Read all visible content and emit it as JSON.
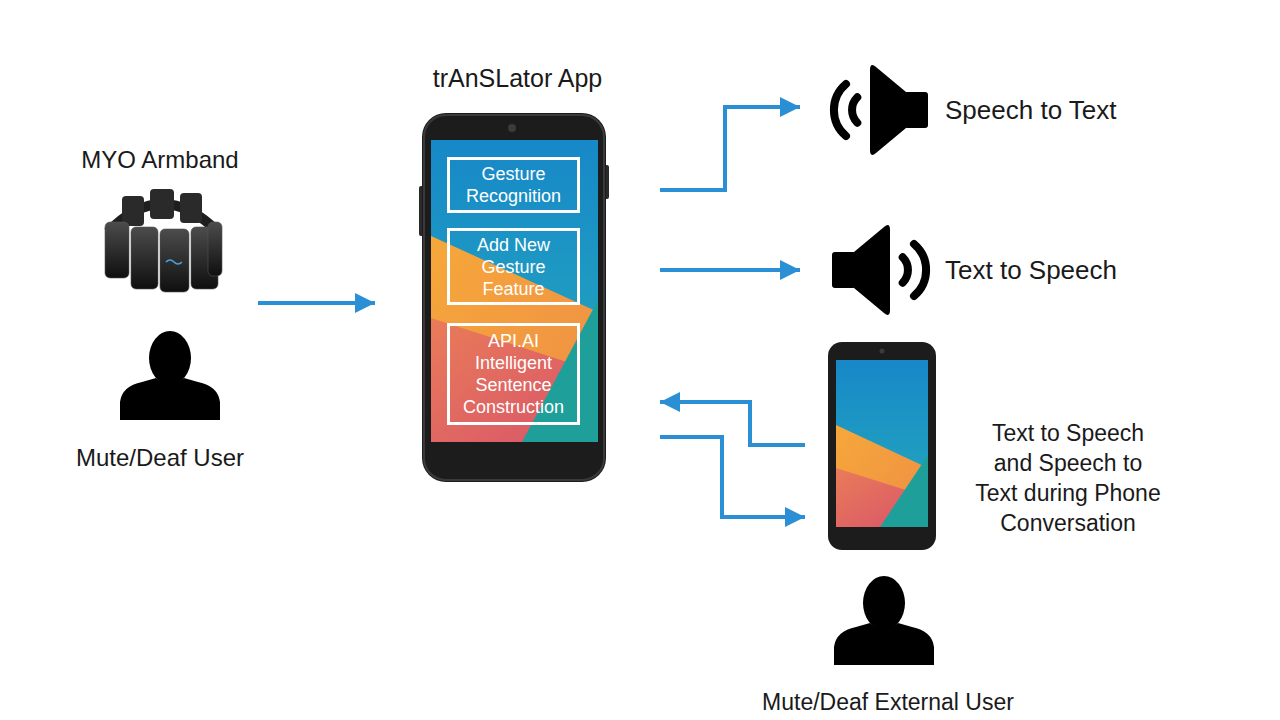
{
  "diagram": {
    "nodes": [
      {
        "text": [
          "MYO Armband",
          "Mute/Deaf User"
        ]
      },
      {
        "text": [
          "trAnSLator App"
        ]
      },
      {
        "text": [
          "Gesture Recognition"
        ],
        "in": 1
      },
      {
        "text": [
          "Add New Gesture Feature"
        ],
        "in": 1
      },
      {
        "text": [
          "API.AI Intelligent Sentence Construction"
        ],
        "in": 1
      },
      {
        "text": [
          "Speech to Text"
        ]
      },
      {
        "text": [
          "Text to Speech"
        ]
      },
      {
        "text": [
          "Text to Speech and Speech to Text during Phone Conversation"
        ]
      },
      {
        "text": [
          "Mute/Deaf External User"
        ]
      }
    ],
    "edges": [
      {
        "from": 0,
        "to": 1,
        "arrow": "to"
      },
      {
        "from": 1,
        "to": 5,
        "arrow": "to"
      },
      {
        "from": 1,
        "to": 6,
        "arrow": "to"
      },
      {
        "from": 7,
        "to": 1,
        "arrow": "to"
      },
      {
        "from": 1,
        "to": 7,
        "arrow": "to"
      }
    ]
  }
}
